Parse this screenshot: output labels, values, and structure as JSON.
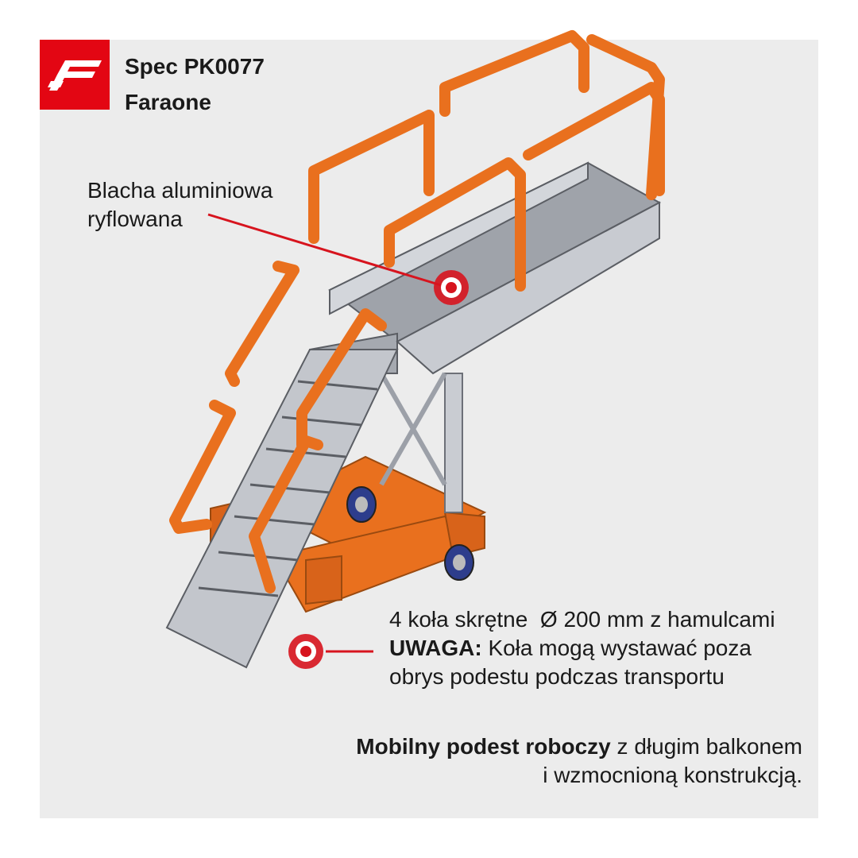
{
  "brand": {
    "spec_code": "Spec PK0077",
    "company": "Faraone",
    "colors": {
      "logo_red": "#e30613",
      "frame_orange": "#e9701e",
      "marker_red": "#d7141e"
    }
  },
  "callouts": {
    "plate": {
      "line1": "Blacha aluminiowa",
      "line2": "ryflowana"
    },
    "wheels": {
      "line1_prefix": "4 koła skrętne",
      "diameter_symbol": "Ø",
      "line1_value": "200 mm z hamulcami",
      "warning_label": "UWAGA:",
      "warning_text": "Koła mogą wystawać poza",
      "line3": "obrys podestu podczas transportu"
    }
  },
  "description": {
    "bold": "Mobilny podest roboczy",
    "rest1": "z długim balkonem",
    "rest2": "i wzmocnioną konstrukcją."
  },
  "icons": [
    "faraone-logo-icon",
    "marker-icon"
  ]
}
